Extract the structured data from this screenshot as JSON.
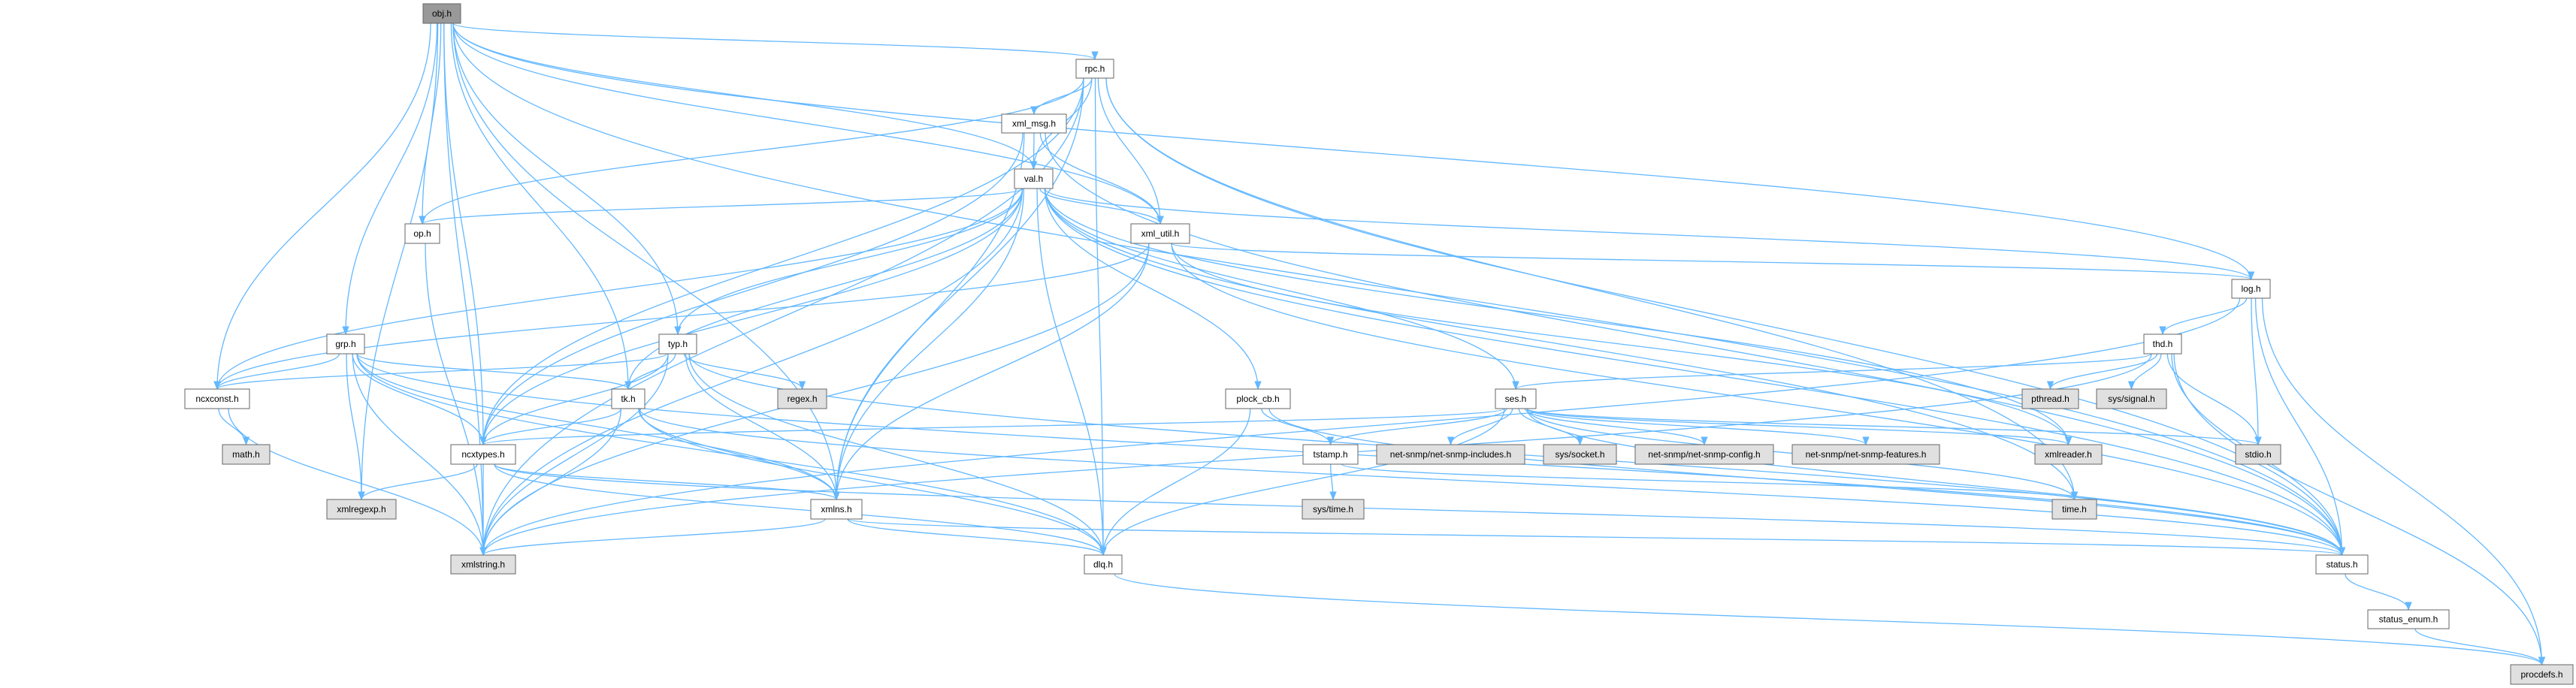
{
  "graph": {
    "title": "obj.h include dependency graph",
    "colors": {
      "edge": "#63b8ff",
      "root_fill": "#999999",
      "external_fill": "#e0e0e0",
      "internal_fill": "#ffffff"
    },
    "nodes": {
      "obj": {
        "label": "obj.h",
        "kind": "root"
      },
      "rpc": {
        "label": "rpc.h",
        "kind": "internal"
      },
      "xml_msg": {
        "label": "xml_msg.h",
        "kind": "internal"
      },
      "val": {
        "label": "val.h",
        "kind": "internal"
      },
      "op": {
        "label": "op.h",
        "kind": "internal"
      },
      "xml_util": {
        "label": "xml_util.h",
        "kind": "internal"
      },
      "log": {
        "label": "log.h",
        "kind": "internal"
      },
      "grp": {
        "label": "grp.h",
        "kind": "internal"
      },
      "typ": {
        "label": "typ.h",
        "kind": "internal"
      },
      "thd": {
        "label": "thd.h",
        "kind": "internal"
      },
      "ncxconst": {
        "label": "ncxconst.h",
        "kind": "internal"
      },
      "tk": {
        "label": "tk.h",
        "kind": "internal"
      },
      "regex": {
        "label": "regex.h",
        "kind": "external"
      },
      "plock_cb": {
        "label": "plock_cb.h",
        "kind": "internal"
      },
      "ses": {
        "label": "ses.h",
        "kind": "internal"
      },
      "pthread": {
        "label": "pthread.h",
        "kind": "external"
      },
      "sys_signal": {
        "label": "sys/signal.h",
        "kind": "external"
      },
      "math": {
        "label": "math.h",
        "kind": "external"
      },
      "ncxtypes": {
        "label": "ncxtypes.h",
        "kind": "internal"
      },
      "tstamp": {
        "label": "tstamp.h",
        "kind": "internal"
      },
      "snmp_inc": {
        "label": "net-snmp/net-snmp-includes.h",
        "kind": "external"
      },
      "sys_socket": {
        "label": "sys/socket.h",
        "kind": "external"
      },
      "snmp_cfg": {
        "label": "net-snmp/net-snmp-config.h",
        "kind": "external"
      },
      "snmp_feat": {
        "label": "net-snmp/net-snmp-features.h",
        "kind": "external"
      },
      "xmlreader": {
        "label": "xmlreader.h",
        "kind": "external"
      },
      "stdio": {
        "label": "stdio.h",
        "kind": "external"
      },
      "xmlregexp": {
        "label": "xmlregexp.h",
        "kind": "external"
      },
      "xmlns": {
        "label": "xmlns.h",
        "kind": "internal"
      },
      "sys_time": {
        "label": "sys/time.h",
        "kind": "external"
      },
      "time": {
        "label": "time.h",
        "kind": "external"
      },
      "xmlstring": {
        "label": "xmlstring.h",
        "kind": "external"
      },
      "dlq": {
        "label": "dlq.h",
        "kind": "internal"
      },
      "status": {
        "label": "status.h",
        "kind": "internal"
      },
      "status_enum": {
        "label": "status_enum.h",
        "kind": "internal"
      },
      "procdefs": {
        "label": "procdefs.h",
        "kind": "external"
      }
    },
    "edges": [
      [
        "obj",
        "rpc"
      ],
      [
        "obj",
        "op"
      ],
      [
        "obj",
        "grp"
      ],
      [
        "obj",
        "typ"
      ],
      [
        "obj",
        "tk"
      ],
      [
        "obj",
        "ncxconst"
      ],
      [
        "obj",
        "ncxtypes"
      ],
      [
        "obj",
        "xmlstring"
      ],
      [
        "obj",
        "xmlregexp"
      ],
      [
        "obj",
        "xmlns"
      ],
      [
        "obj",
        "xml_util"
      ],
      [
        "obj",
        "log"
      ],
      [
        "obj",
        "status"
      ],
      [
        "obj",
        "val"
      ],
      [
        "rpc",
        "xml_msg"
      ],
      [
        "rpc",
        "val"
      ],
      [
        "rpc",
        "xml_util"
      ],
      [
        "rpc",
        "xmlns"
      ],
      [
        "rpc",
        "dlq"
      ],
      [
        "rpc",
        "status"
      ],
      [
        "rpc",
        "ncxtypes"
      ],
      [
        "rpc",
        "xmlstring"
      ],
      [
        "rpc",
        "op"
      ],
      [
        "rpc",
        "time"
      ],
      [
        "xml_msg",
        "val"
      ],
      [
        "xml_msg",
        "xml_util"
      ],
      [
        "xml_msg",
        "xmlns"
      ],
      [
        "xml_msg",
        "ncxtypes"
      ],
      [
        "xml_msg",
        "status"
      ],
      [
        "val",
        "op"
      ],
      [
        "val",
        "xml_util"
      ],
      [
        "val",
        "log"
      ],
      [
        "val",
        "typ"
      ],
      [
        "val",
        "ncxtypes"
      ],
      [
        "val",
        "ncxconst"
      ],
      [
        "val",
        "xmlstring"
      ],
      [
        "val",
        "xmlns"
      ],
      [
        "val",
        "dlq"
      ],
      [
        "val",
        "plock_cb"
      ],
      [
        "val",
        "ses"
      ],
      [
        "val",
        "status"
      ],
      [
        "val",
        "tk"
      ],
      [
        "val",
        "xmlreader"
      ],
      [
        "val",
        "time"
      ],
      [
        "xml_util",
        "log"
      ],
      [
        "xml_util",
        "xmlstring"
      ],
      [
        "xml_util",
        "xmlns"
      ],
      [
        "xml_util",
        "ncxconst"
      ],
      [
        "xml_util",
        "xmlreader"
      ],
      [
        "xml_util",
        "status"
      ],
      [
        "op",
        "xmlstring"
      ],
      [
        "grp",
        "ncxconst"
      ],
      [
        "grp",
        "ncxtypes"
      ],
      [
        "grp",
        "tk"
      ],
      [
        "grp",
        "xmlstring"
      ],
      [
        "grp",
        "xmlregexp"
      ],
      [
        "grp",
        "xmlns"
      ],
      [
        "grp",
        "status"
      ],
      [
        "grp",
        "dlq"
      ],
      [
        "typ",
        "ncxconst"
      ],
      [
        "typ",
        "ncxtypes"
      ],
      [
        "typ",
        "tk"
      ],
      [
        "typ",
        "regex"
      ],
      [
        "typ",
        "xmlns"
      ],
      [
        "typ",
        "xmlstring"
      ],
      [
        "typ",
        "dlq"
      ],
      [
        "typ",
        "status"
      ],
      [
        "tk",
        "ncxtypes"
      ],
      [
        "tk",
        "xmlns"
      ],
      [
        "tk",
        "xmlstring"
      ],
      [
        "tk",
        "dlq"
      ],
      [
        "tk",
        "status"
      ],
      [
        "ncxconst",
        "math"
      ],
      [
        "ncxconst",
        "xmlstring"
      ],
      [
        "ncxtypes",
        "xmlregexp"
      ],
      [
        "ncxtypes",
        "xmlstring"
      ],
      [
        "ncxtypes",
        "xmlns"
      ],
      [
        "ncxtypes",
        "dlq"
      ],
      [
        "ncxtypes",
        "status"
      ],
      [
        "xmlns",
        "xmlstring"
      ],
      [
        "xmlns",
        "dlq"
      ],
      [
        "xmlns",
        "status"
      ],
      [
        "log",
        "thd"
      ],
      [
        "log",
        "stdio"
      ],
      [
        "log",
        "status"
      ],
      [
        "log",
        "procdefs"
      ],
      [
        "log",
        "xmlstring"
      ],
      [
        "thd",
        "ses"
      ],
      [
        "thd",
        "pthread"
      ],
      [
        "thd",
        "sys_signal"
      ],
      [
        "thd",
        "stdio"
      ],
      [
        "thd",
        "status"
      ],
      [
        "thd",
        "procdefs"
      ],
      [
        "thd",
        "xmlstring"
      ],
      [
        "plock_cb",
        "tstamp"
      ],
      [
        "plock_cb",
        "dlq"
      ],
      [
        "plock_cb",
        "status"
      ],
      [
        "ses",
        "ncxtypes"
      ],
      [
        "ses",
        "tstamp"
      ],
      [
        "ses",
        "snmp_inc"
      ],
      [
        "ses",
        "sys_socket"
      ],
      [
        "ses",
        "snmp_cfg"
      ],
      [
        "ses",
        "snmp_feat"
      ],
      [
        "ses",
        "xmlreader"
      ],
      [
        "ses",
        "stdio"
      ],
      [
        "ses",
        "time"
      ],
      [
        "ses",
        "status"
      ],
      [
        "ses",
        "dlq"
      ],
      [
        "tstamp",
        "sys_time"
      ],
      [
        "tstamp",
        "time"
      ],
      [
        "dlq",
        "procdefs"
      ],
      [
        "status",
        "status_enum"
      ],
      [
        "status_enum",
        "procdefs"
      ]
    ]
  }
}
